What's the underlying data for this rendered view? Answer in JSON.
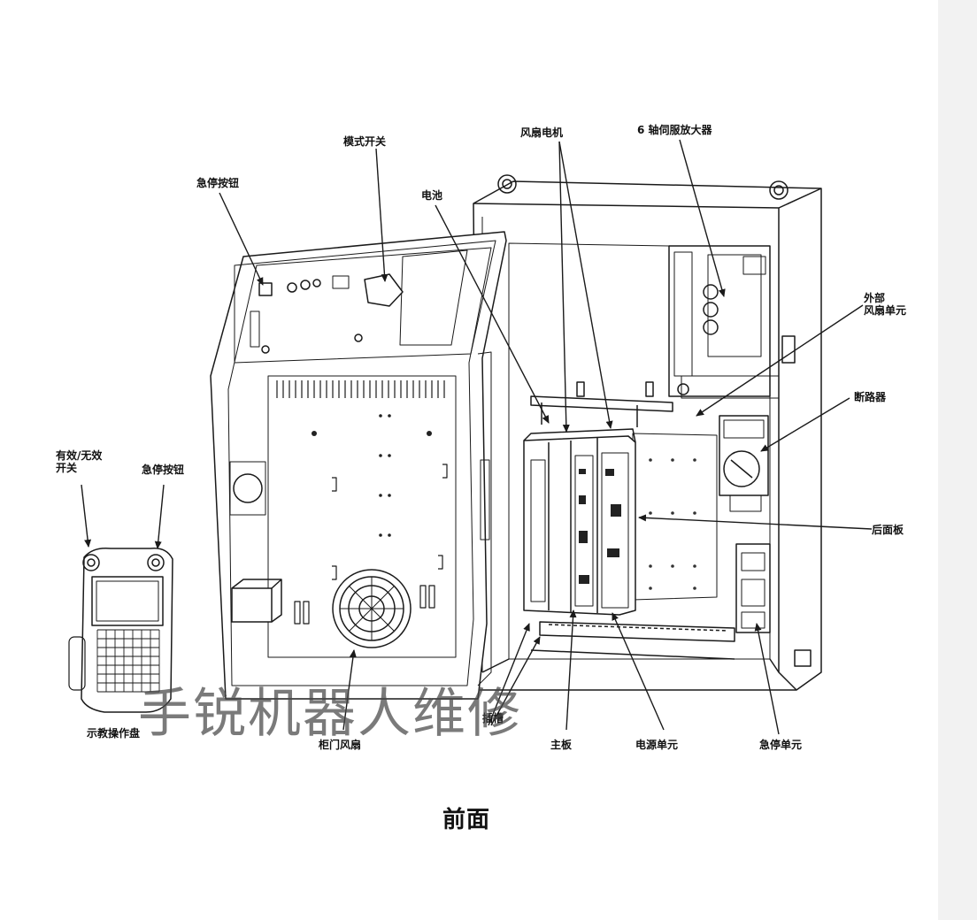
{
  "labels": {
    "mode_switch": "模式开关",
    "estop_button_top": "急停按钮",
    "battery": "电池",
    "fan_motor": "风扇电机",
    "servo_amp": "6 轴伺服放大器",
    "external_fan_unit": "外部\n风扇单元",
    "breaker": "断路器",
    "rear_panel": "后面板",
    "enable_switch": "有效/无效\n开关",
    "estop_button_tp": "急停按钮",
    "teach_pendant": "示教操作盘",
    "door_fan": "柜门风扇",
    "slot": "插槽",
    "main_board": "主板",
    "power_unit": "电源单元",
    "estop_unit": "急停单元"
  },
  "caption": "前面",
  "watermark": "手锐机器人维修",
  "colors": {
    "line": "#1a1a1a",
    "background": "#ffffff",
    "strip": "#f2f2f2"
  }
}
